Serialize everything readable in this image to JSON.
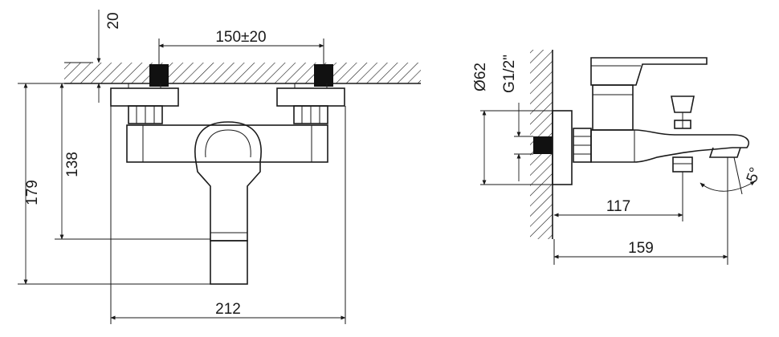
{
  "front_view": {
    "dim_width_top": "150±20",
    "dim_wall_offset": "20",
    "dim_height_138": "138",
    "dim_height_179": "179",
    "dim_width_bottom": "212"
  },
  "side_view": {
    "dim_diameter": "Ø62",
    "dim_thread": "G1/2\"",
    "dim_spout_117": "117",
    "dim_spout_159": "159",
    "dim_angle": "5°"
  }
}
